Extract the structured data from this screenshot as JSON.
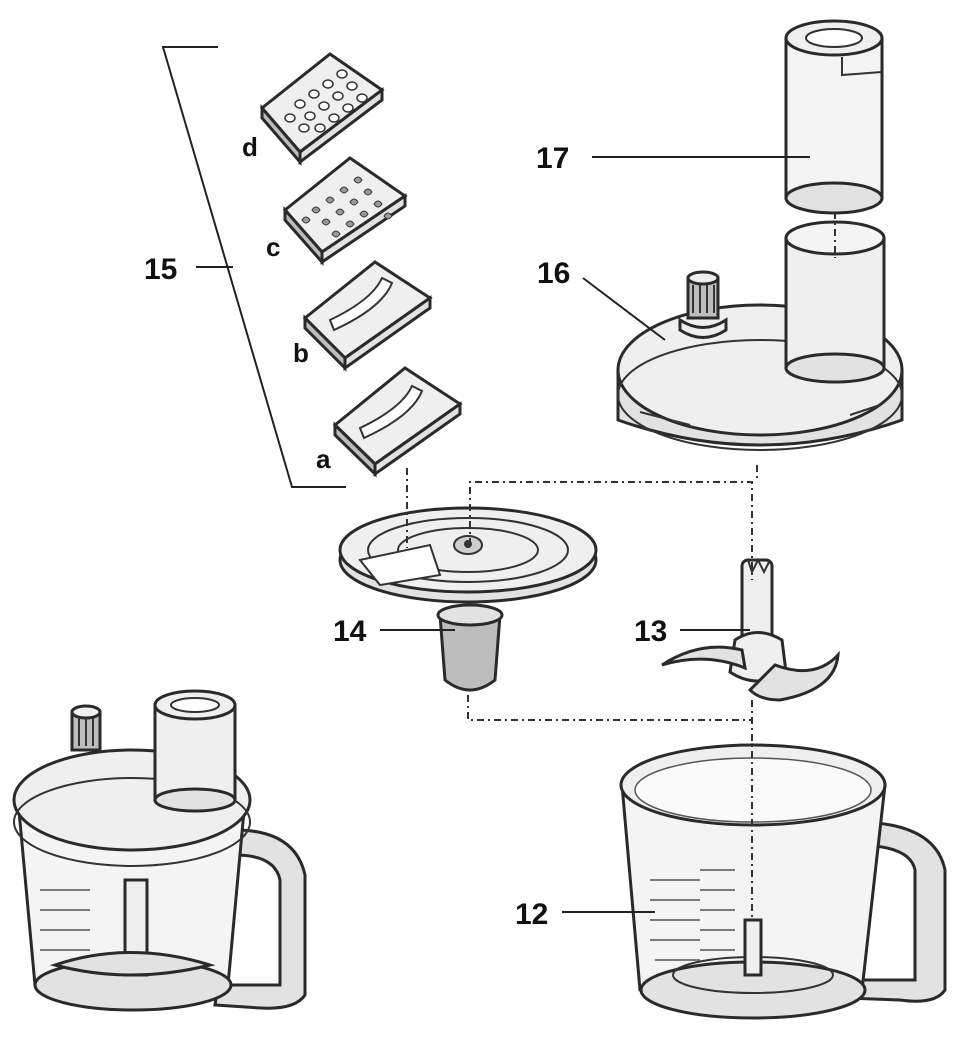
{
  "callouts": {
    "n12": "12",
    "n13": "13",
    "n14": "14",
    "n15": "15",
    "n16": "16",
    "n17": "17"
  },
  "discs": {
    "a": "a",
    "b": "b",
    "c": "c",
    "d": "d"
  }
}
